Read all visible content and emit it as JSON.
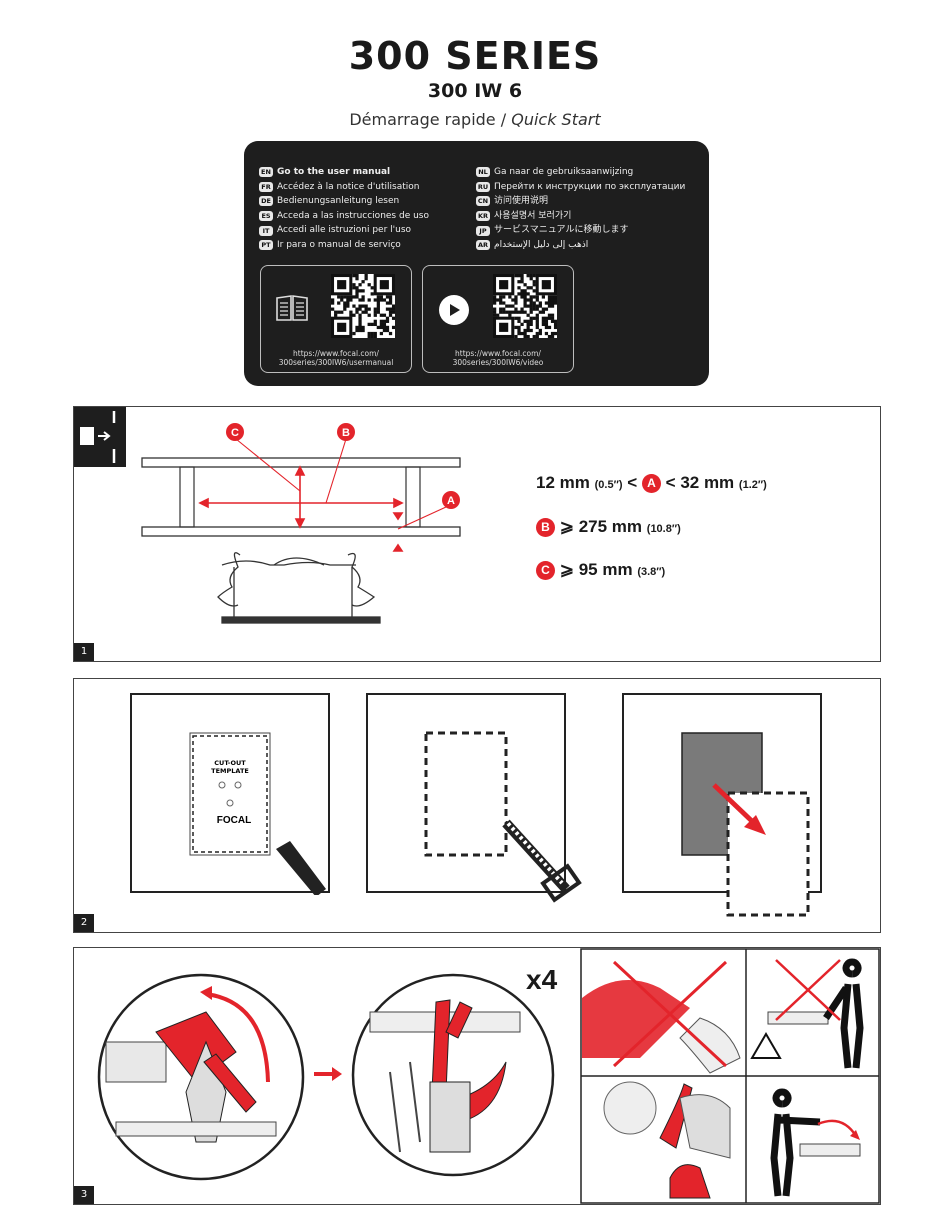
{
  "header": {
    "title": "300 SERIES",
    "model": "300 IW 6",
    "tagline_fr": "Démarrage rapide / ",
    "tagline_en": "Quick Start"
  },
  "languages_left": [
    {
      "code": "EN",
      "text": "Go to the user manual"
    },
    {
      "code": "FR",
      "text": "Accédez à la notice d'utilisation"
    },
    {
      "code": "DE",
      "text": "Bedienungsanleitung lesen"
    },
    {
      "code": "ES",
      "text": "Acceda a las instrucciones de uso"
    },
    {
      "code": "IT",
      "text": "Accedi alle istruzioni per l'uso"
    },
    {
      "code": "PT",
      "text": "Ir para o manual de serviço"
    }
  ],
  "languages_right": [
    {
      "code": "NL",
      "text": "Ga naar de gebruiksaanwijzing"
    },
    {
      "code": "RU",
      "text": "Перейти к инструкции по эксплуатации"
    },
    {
      "code": "CN",
      "text": "访问使用说明"
    },
    {
      "code": "KR",
      "text": "사용설명서 보러가기"
    },
    {
      "code": "JP",
      "text": "サービスマニュアルに移動します"
    },
    {
      "code": "AR",
      "text": "اذهب إلى دليل الإستخدام"
    }
  ],
  "qr_manual": {
    "icon": "book-icon",
    "url_line1": "https://www.focal.com/",
    "url_line2": "300series/300IW6/usermanual"
  },
  "qr_video": {
    "icon": "play-icon",
    "url_line1": "https://www.focal.com/",
    "url_line2": "300series/300IW6/video"
  },
  "step1": {
    "number": "1",
    "marker_a": "A",
    "marker_b": "B",
    "marker_c": "C",
    "a_min": "12 mm",
    "a_min_in": "(0.5″)",
    "lt1": "<",
    "lt2": "<",
    "a_max": "32 mm",
    "a_max_in": "(1.2″)",
    "ge": "⩾",
    "b_value": "275 mm",
    "b_in": "(10.8″)",
    "c_value": "95 mm",
    "c_in": "(3.8″)"
  },
  "step2": {
    "number": "2",
    "template_title1": "CUT-OUT",
    "template_title2": "TEMPLATE",
    "template_brand": "FOCAL"
  },
  "step3": {
    "number": "3",
    "multiplier": "x4"
  },
  "colors": {
    "accent": "#e3242b",
    "dark": "#1e1e1e",
    "gray_panel": "#7a7a7a"
  }
}
